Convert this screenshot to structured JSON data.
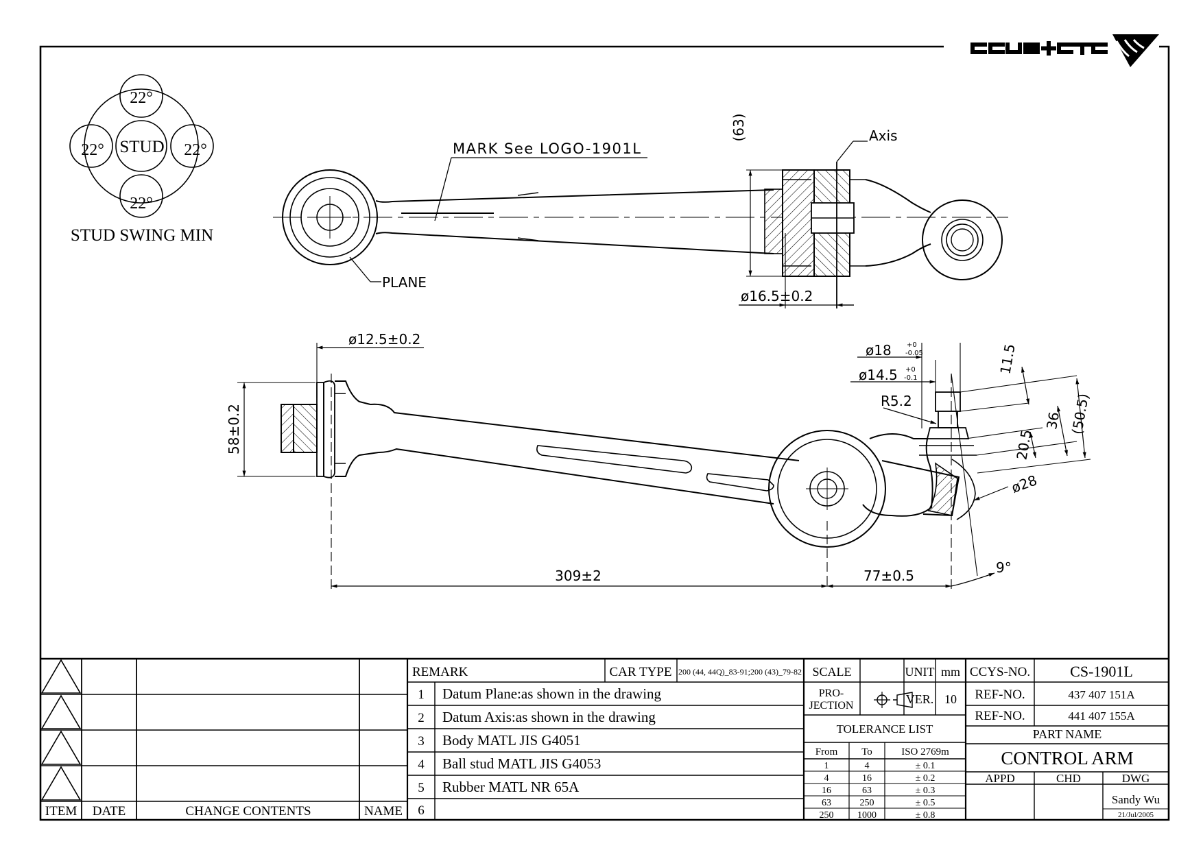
{
  "logo": {
    "text": "CCYS+CTC"
  },
  "stud_swing": {
    "angles": [
      "22°",
      "22°",
      "22°",
      "22°"
    ],
    "center": "STUD",
    "caption": "STUD SWING MIN"
  },
  "top_view": {
    "mark_note": "MARK See LOGO-1901L",
    "plane_label": "PLANE",
    "axis_label": "Axis",
    "dim_63": "(63)",
    "dim_dia165": "ø16.5±0.2"
  },
  "side_view": {
    "dim_dia125": "ø12.5±0.2",
    "dim_58": "58±0.2",
    "dim_309": "309±2",
    "dim_77": "77±0.5",
    "dim_9": "9°",
    "dim_dia18": "ø18",
    "dim_dia18_tol_upper": "+0",
    "dim_dia18_tol_lower": "-0.05",
    "dim_dia145": "ø14.5",
    "dim_dia145_tol_upper": "+0",
    "dim_dia145_tol_lower": "-0.1",
    "dim_r52": "R5.2",
    "dim_115": "11.5",
    "dim_36": "36",
    "dim_505": "(50.5)",
    "dim_205": "20.5",
    "dim_dia28": "ø28"
  },
  "revisions": {
    "headers": {
      "item": "ITEM",
      "date": "DATE",
      "change": "CHANGE CONTENTS",
      "name": "NAME"
    }
  },
  "remarks": {
    "label": "REMARK",
    "car_type_label": "CAR TYPE",
    "car_type_value": "200 (44, 44Q)_83-91;200 (43)_79-82",
    "items": [
      {
        "no": "1",
        "text": "Datum Plane:as shown in the drawing"
      },
      {
        "no": "2",
        "text": "Datum Axis:as shown in the drawing"
      },
      {
        "no": "3",
        "text": "Body MATL JIS G4051"
      },
      {
        "no": "4",
        "text": "Ball stud MATL JIS G4053"
      },
      {
        "no": "5",
        "text": "Rubber MATL NR 65A"
      },
      {
        "no": "6",
        "text": ""
      }
    ]
  },
  "spec": {
    "scale_label": "SCALE",
    "scale_value": "",
    "unit_label": "UNIT",
    "unit_value": "mm",
    "projection_label_1": "PRO-",
    "projection_label_2": "JECTION",
    "ver_label": "VER.",
    "ver_value": "10",
    "tolerance_title": "TOLERANCE LIST",
    "tolerance_headers": {
      "from": "From",
      "to": "To",
      "std": "ISO 2769m"
    },
    "tolerance_rows": [
      {
        "from": "1",
        "to": "4",
        "tol": "± 0.1"
      },
      {
        "from": "4",
        "to": "16",
        "tol": "± 0.2"
      },
      {
        "from": "16",
        "to": "63",
        "tol": "± 0.3"
      },
      {
        "from": "63",
        "to": "250",
        "tol": "± 0.5"
      },
      {
        "from": "250",
        "to": "1000",
        "tol": "± 0.8"
      }
    ]
  },
  "title_block": {
    "ccys_label": "CCYS-NO.",
    "ccys_value": "CS-1901L",
    "ref_label": "REF-NO.",
    "ref1": "437 407 151A",
    "ref2": "441 407 155A",
    "part_name_label": "PART NAME",
    "part_name": "CONTROL ARM",
    "appd_label": "APPD",
    "chd_label": "CHD",
    "dwg_label": "DWG",
    "drawn_by": "Sandy Wu",
    "date": "21/Jul/2005"
  }
}
